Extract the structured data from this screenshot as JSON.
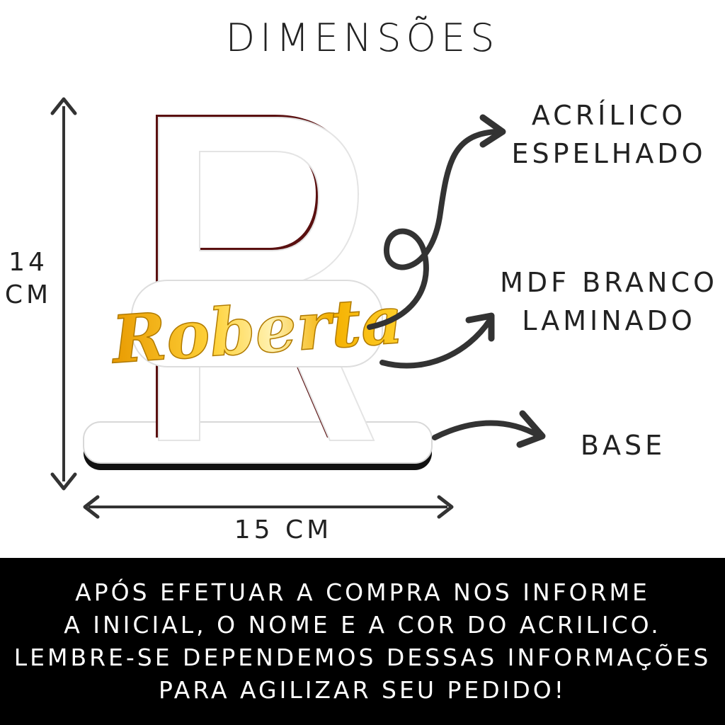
{
  "title": "DIMENSÕES",
  "dimensions": {
    "height_line1": "14",
    "height_line2": "CM",
    "width": "15 CM"
  },
  "product": {
    "letter": "R",
    "name": "Roberta"
  },
  "labels": {
    "acrylic_line1": "ACRÍLICO",
    "acrylic_line2": "ESPELHADO",
    "mdf_line1": "MDF BRANCO",
    "mdf_line2": "LAMINADO",
    "base": "BASE"
  },
  "banner": {
    "line1": "APÓS EFETUAR A COMPRA NOS INFORME",
    "line2": "A INICIAL, O NOME E A COR DO ACRILICO.",
    "line3": "LEMBRE-SE DEPENDEMOS DESSAS INFORMAÇÕES",
    "line4": "PARA AGILIZAR SEU PEDIDO!"
  },
  "colors": {
    "text": "#222222",
    "banner_bg": "#000000",
    "banner_text": "#ffffff",
    "edge": "#5a1010",
    "gold": "#f2b400",
    "base_edge": "#111111"
  }
}
